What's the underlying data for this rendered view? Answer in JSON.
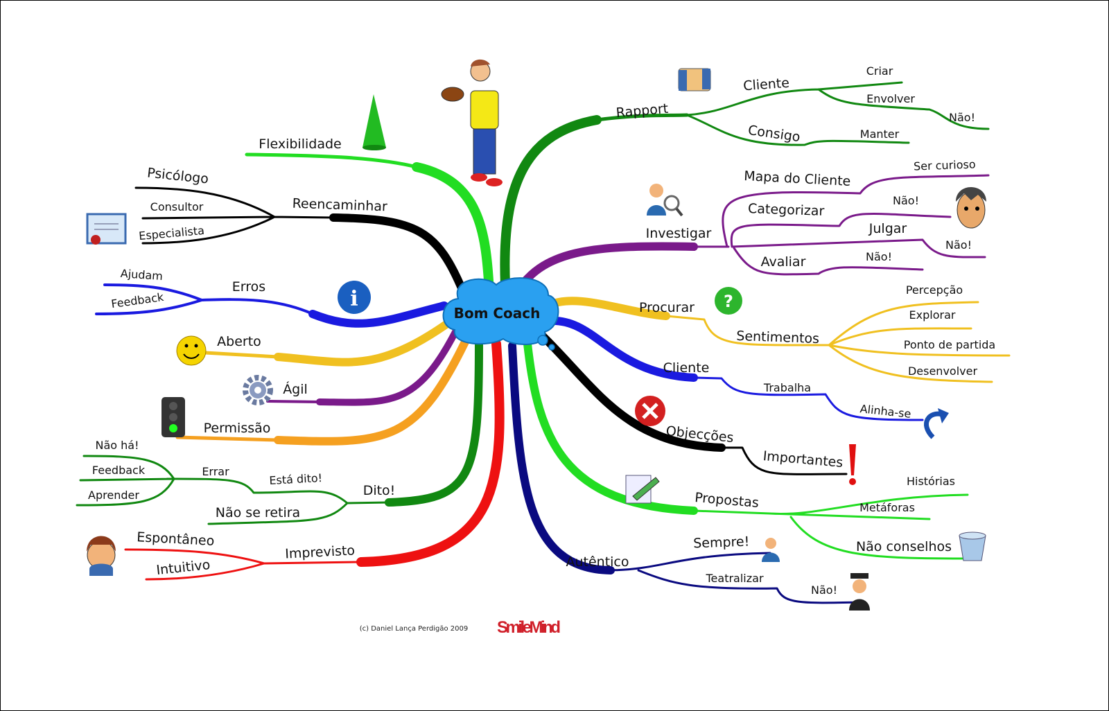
{
  "center": "Bom Coach",
  "credit": "(c) Daniel Lança Perdigão 2009",
  "logo": "SmileMind",
  "colors": {
    "green": "#22dd22",
    "dark_green": "#118811",
    "purple": "#7a1a8a",
    "yellow": "#f0c020",
    "blue": "#1a1ae0",
    "black": "#000000",
    "navy": "#0a0a80",
    "red": "#ee1111",
    "orange": "#f5a020",
    "cloud": "#2aa0f0"
  },
  "right": {
    "rapport": {
      "label": "Rapport",
      "cliente": "Cliente",
      "criar": "Criar",
      "envolver": "Envolver",
      "nao": "Não!",
      "consigo": "Consigo",
      "manter": "Manter"
    },
    "investigar": {
      "label": "Investigar",
      "mapa": "Mapa do Cliente",
      "ser_curioso": "Ser curioso",
      "categorizar": "Categorizar",
      "nao1": "Não!",
      "julgar": "Julgar",
      "nao2": "Não!",
      "avaliar": "Avaliar",
      "nao3": "Não!"
    },
    "procurar": {
      "label": "Procurar",
      "sentimentos": "Sentimentos",
      "percepcao": "Percepção",
      "explorar": "Explorar",
      "ponto": "Ponto de partida",
      "desenvolver": "Desenvolver"
    },
    "cliente": {
      "label": "Cliente",
      "trabalha": "Trabalha",
      "alinha": "Alinha-se"
    },
    "objeccoes": {
      "label": "Objecções",
      "importantes": "Importantes"
    },
    "propostas": {
      "label": "Propostas",
      "historias": "Histórias",
      "metaforas": "Metáforas",
      "nao_conselhos": "Não conselhos"
    },
    "autentico": {
      "label": "Autêntico",
      "sempre": "Sempre!",
      "teatralizar": "Teatralizar",
      "nao": "Não!"
    }
  },
  "left": {
    "flexibilidade": {
      "label": "Flexibilidade"
    },
    "reencaminhar": {
      "label": "Reencaminhar",
      "psicologo": "Psicólogo",
      "consultor": "Consultor",
      "especialista": "Especialista"
    },
    "erros": {
      "label": "Erros",
      "ajudam": "Ajudam",
      "feedback": "Feedback"
    },
    "aberto": {
      "label": "Aberto"
    },
    "agil": {
      "label": "Ágil"
    },
    "permissao": {
      "label": "Permissão"
    },
    "dito": {
      "label": "Dito!",
      "esta_dito": "Está dito!",
      "errar": "Errar",
      "nao_ha": "Não há!",
      "feedback": "Feedback",
      "aprender": "Aprender",
      "nao_se_retira": "Não se retira"
    },
    "imprevisto": {
      "label": "Imprevisto",
      "espontaneo": "Espontâneo",
      "intuitivo": "Intuitivo"
    }
  }
}
